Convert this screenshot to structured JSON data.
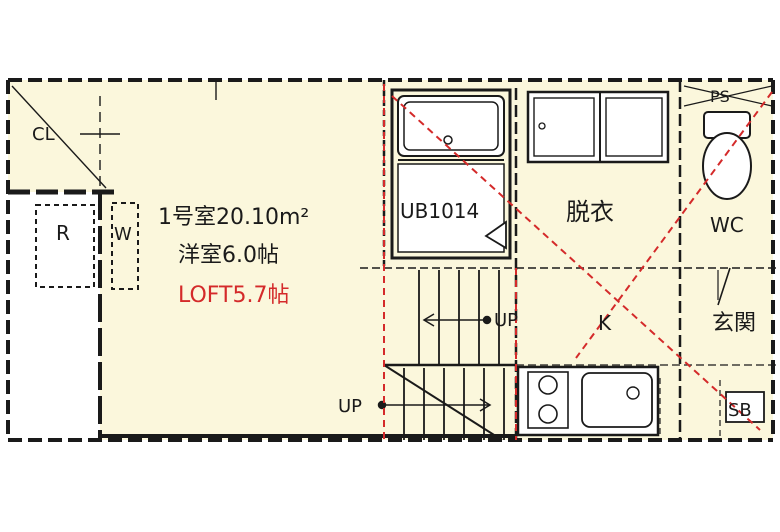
{
  "room": {
    "name": "1号室20.10m²",
    "western_room": "洋室6.0帖",
    "loft": "LOFT5.7帖"
  },
  "labels": {
    "closet": "CL",
    "refrigerator": "R",
    "washer": "W",
    "unit_bath": "UB1014",
    "dressing": "脱衣",
    "toilet": "WC",
    "kitchen": "K",
    "entrance": "玄関",
    "pipe_space": "PS",
    "shoe_box": "SB",
    "up_upper": "UP",
    "up_lower": "UP"
  },
  "colors": {
    "room_fill": "#fbf7dc",
    "wall": "#1a1a1a",
    "accent_red": "#d42a2a"
  }
}
